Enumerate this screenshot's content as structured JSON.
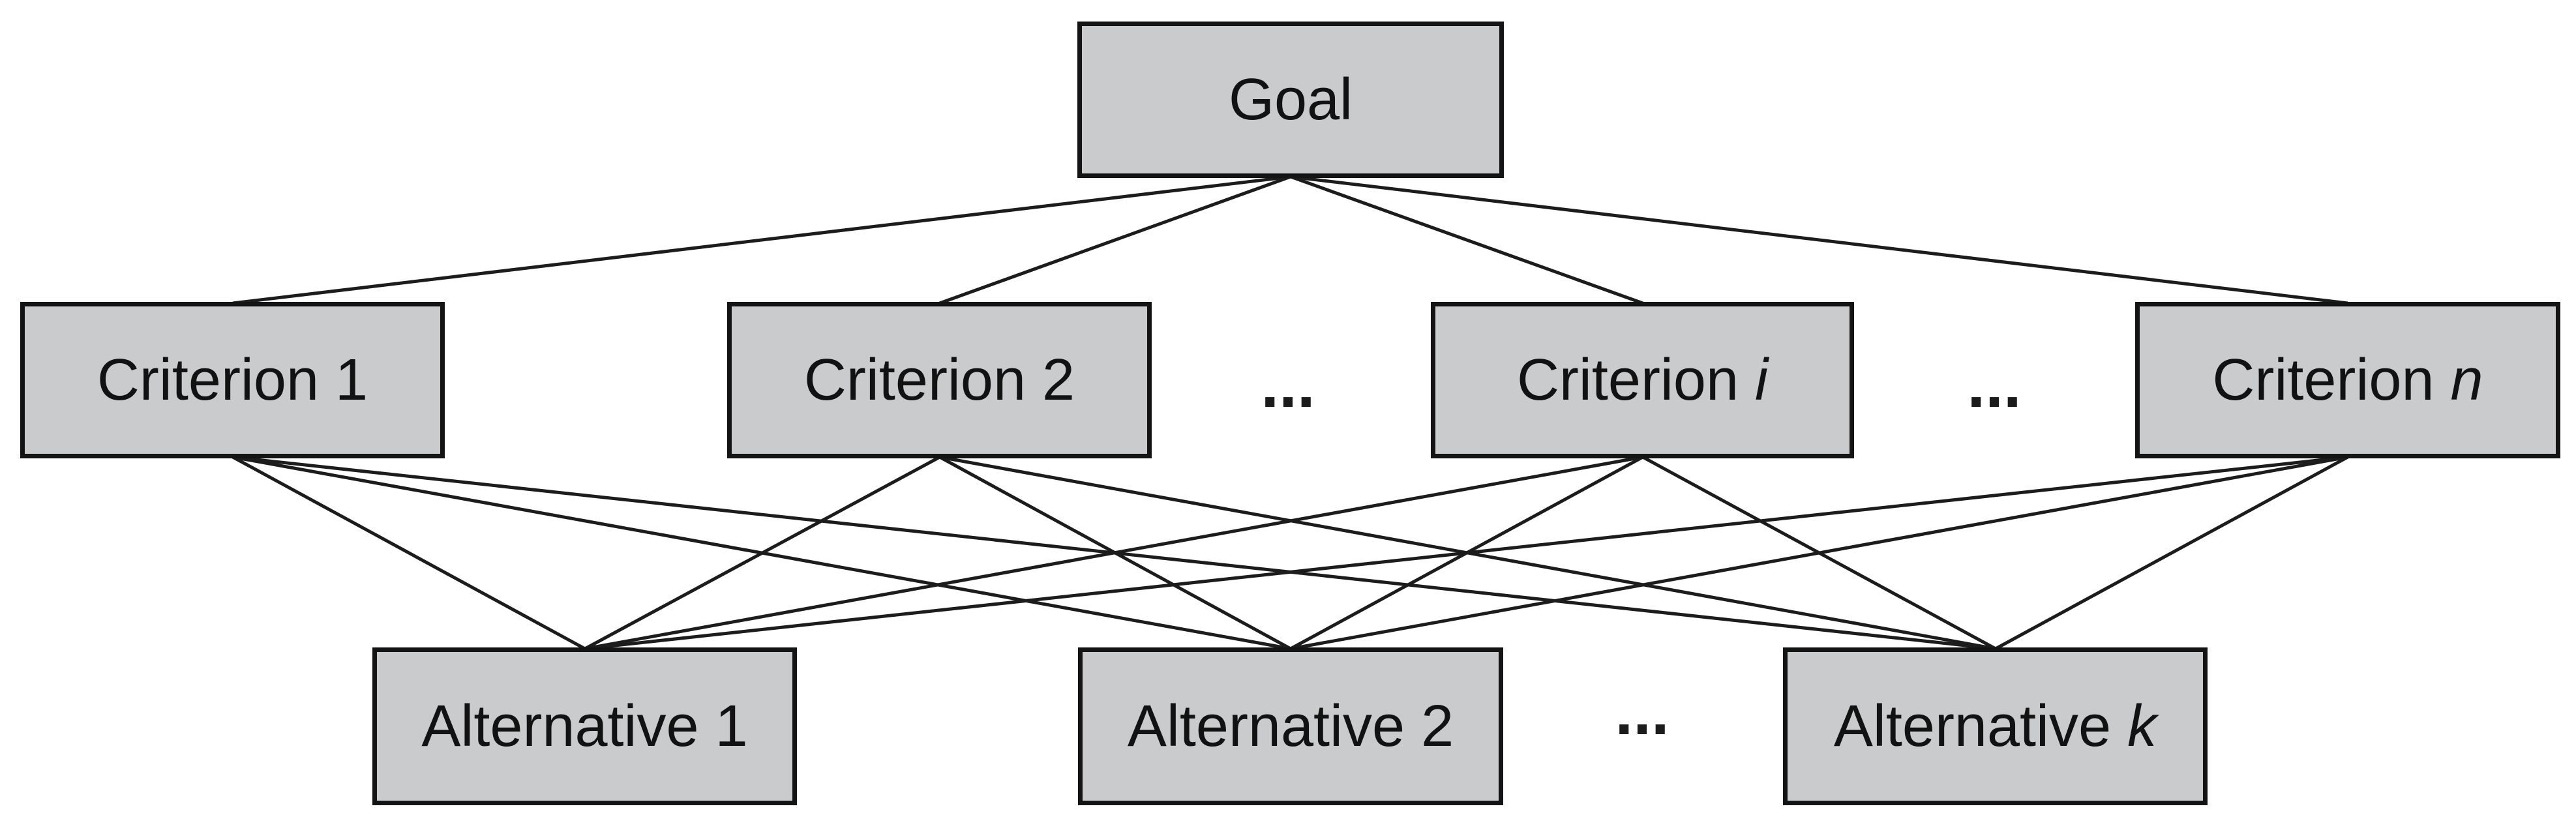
{
  "diagram": {
    "description": "AHP decision hierarchy: goal level, criteria level, alternatives level",
    "ellipsis": "...",
    "nodes": {
      "goal": {
        "label": "Goal",
        "var": ""
      },
      "criterion1": {
        "label": "Criterion 1",
        "var": ""
      },
      "criterion2": {
        "label": "Criterion 2",
        "var": ""
      },
      "criterionI": {
        "label": "Criterion ",
        "var": "i"
      },
      "criterionN": {
        "label": "Criterion ",
        "var": "n"
      },
      "alt1": {
        "label": "Alternative 1",
        "var": ""
      },
      "alt2": {
        "label": "Alternative 2",
        "var": ""
      },
      "altK": {
        "label": "Alternative ",
        "var": "k"
      }
    },
    "edges": [
      {
        "from": "goal",
        "to": "criterion1"
      },
      {
        "from": "goal",
        "to": "criterion2"
      },
      {
        "from": "goal",
        "to": "criterionI"
      },
      {
        "from": "goal",
        "to": "criterionN"
      },
      {
        "from": "criterion1",
        "to": "alt1"
      },
      {
        "from": "criterion1",
        "to": "alt2"
      },
      {
        "from": "criterion1",
        "to": "altK"
      },
      {
        "from": "criterion2",
        "to": "alt1"
      },
      {
        "from": "criterion2",
        "to": "alt2"
      },
      {
        "from": "criterion2",
        "to": "altK"
      },
      {
        "from": "criterionI",
        "to": "alt1"
      },
      {
        "from": "criterionI",
        "to": "alt2"
      },
      {
        "from": "criterionI",
        "to": "altK"
      },
      {
        "from": "criterionN",
        "to": "alt1"
      },
      {
        "from": "criterionN",
        "to": "alt2"
      },
      {
        "from": "criterionN",
        "to": "altK"
      }
    ],
    "colors": {
      "node_fill": "#c9cbcc",
      "node_border": "#141414",
      "edge_line": "#1c1c1c",
      "background": "#ffffff"
    }
  }
}
